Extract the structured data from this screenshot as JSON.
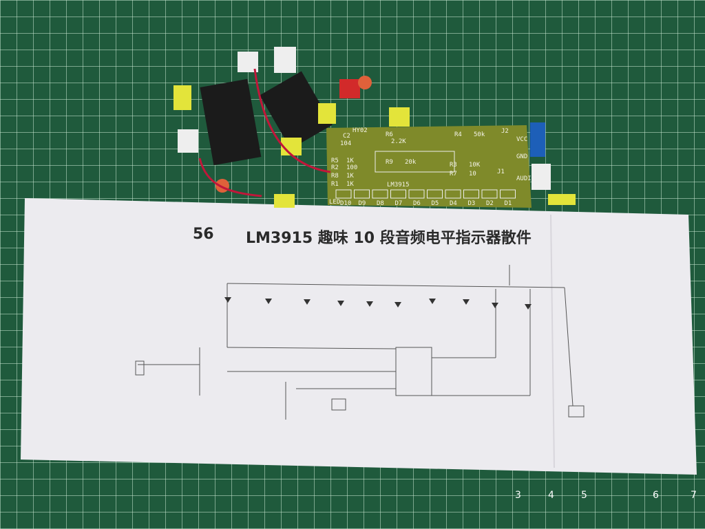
{
  "paper": {
    "number": "56",
    "title": "LM3915 趣味 10 段音频电平指示器散件"
  },
  "pcb": {
    "chip_label": "LM3915",
    "resistor_labels": [
      {
        "ref": "R5",
        "value": "1K"
      },
      {
        "ref": "R2",
        "value": "100"
      },
      {
        "ref": "R8",
        "value": "1K"
      },
      {
        "ref": "R1",
        "value": "1K"
      },
      {
        "ref": "R6",
        "value": "2.2K"
      },
      {
        "ref": "R9",
        "value": "20k"
      },
      {
        "ref": "R3",
        "value": "10K"
      },
      {
        "ref": "R7",
        "value": "10"
      },
      {
        "ref": "R4",
        "value": "50k"
      }
    ],
    "other_labels": [
      "C2",
      "104",
      "HY02",
      "J2",
      "J1",
      "VCC",
      "GND",
      "AUDIO",
      "LED"
    ],
    "led_labels": [
      "D10",
      "D9",
      "D8",
      "D7",
      "D6",
      "D5",
      "D4",
      "D3",
      "D2",
      "D1"
    ]
  },
  "ruler_numbers": [
    "3",
    "4",
    "5",
    "6",
    "7"
  ],
  "colors": {
    "mat": "#1f5a3c",
    "pcb": "#7f8a2a",
    "paper": "#ecebef",
    "led_yellow": "#e3e43a",
    "led_red": "#d22a2a"
  }
}
